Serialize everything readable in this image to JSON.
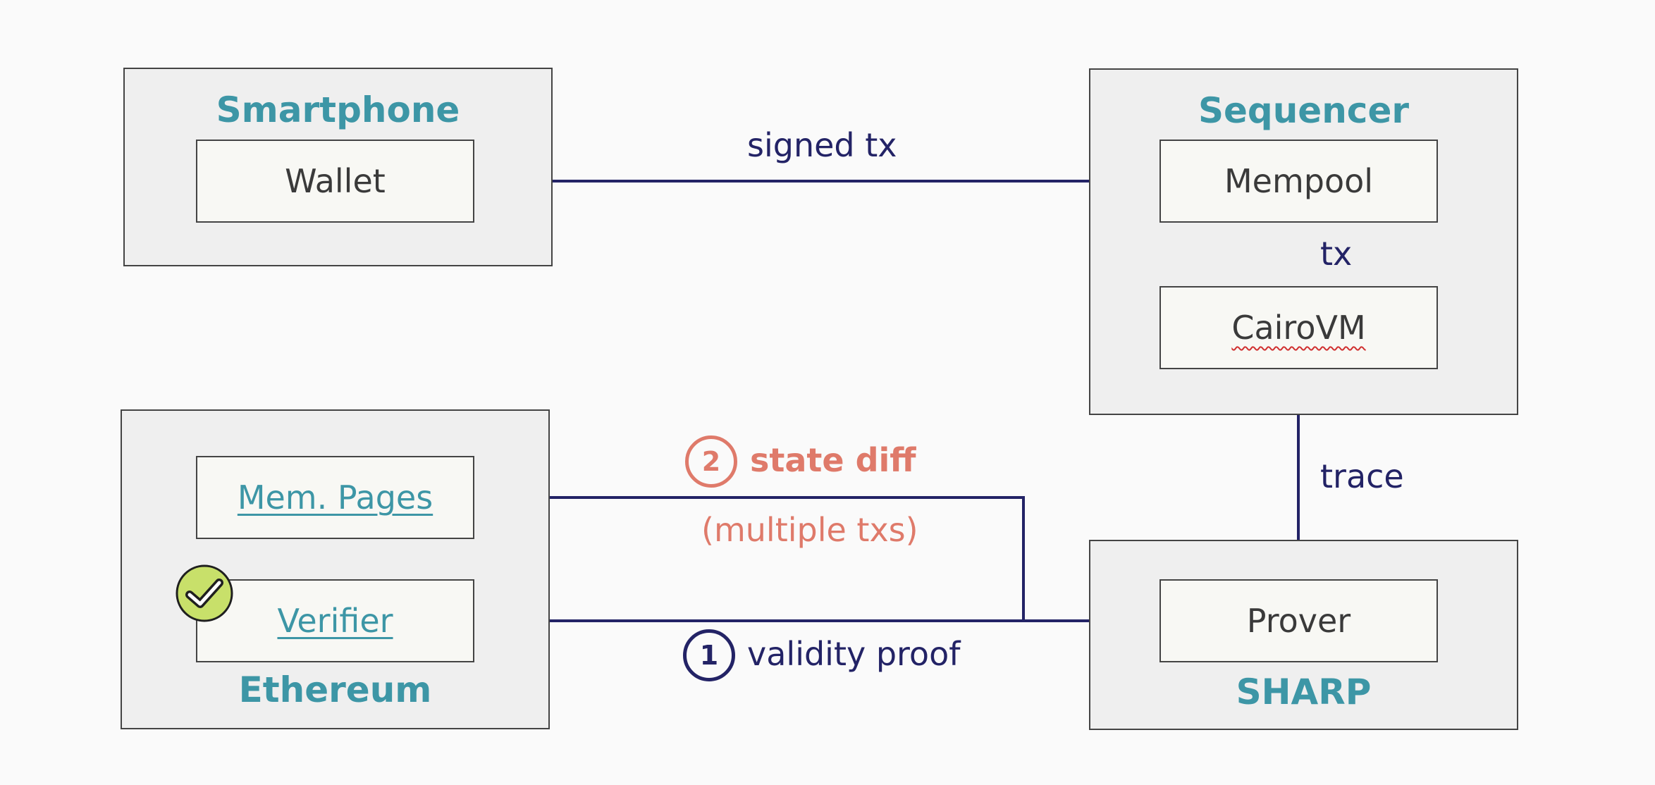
{
  "colors": {
    "wire": "#232366",
    "accent": "#3d96a6",
    "highlight": "#df7a6a",
    "verified": "#c8e06a"
  },
  "groups": {
    "smartphone": "Smartphone",
    "sequencer": "Sequencer",
    "ethereum": "Ethereum",
    "sharp": "SHARP"
  },
  "nodes": {
    "wallet": "Wallet",
    "mempool": "Mempool",
    "cairovm": "CairoVM",
    "mem_pages": "Mem. Pages",
    "verifier": "Verifier",
    "prover": "Prover"
  },
  "edges": {
    "signed_tx": "signed tx",
    "tx": "tx",
    "trace": "trace",
    "state_diff": "state diff",
    "state_diff_note": "(multiple txs)",
    "validity_proof": "validity proof"
  },
  "steps": {
    "one": "1",
    "two": "2"
  },
  "icons": {
    "verified": "check-circle-icon"
  }
}
